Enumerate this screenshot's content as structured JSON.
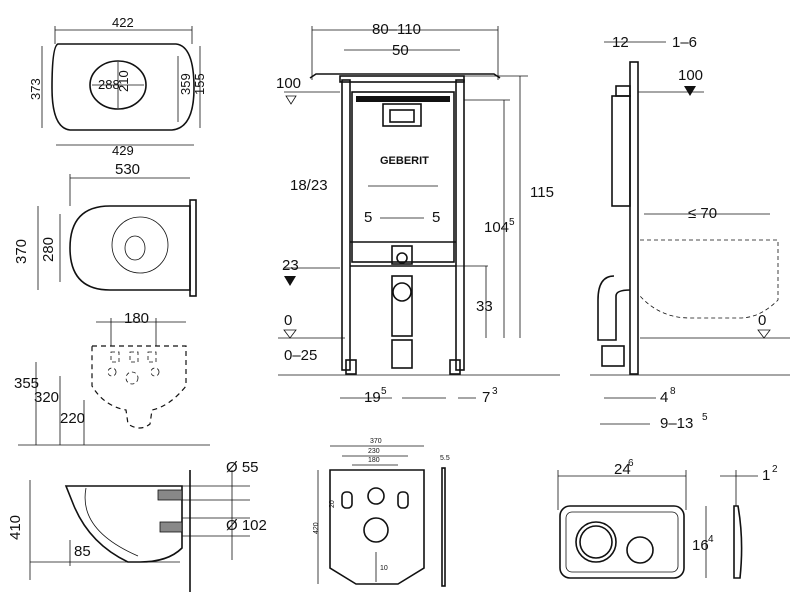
{
  "seat_top_view": {
    "w_top": "422",
    "w_bottom": "429",
    "h_left": "373",
    "inner_w": "288",
    "inner_h": "210",
    "h_right_1": "359",
    "h_right_2": "155"
  },
  "bowl_top_view": {
    "length": "530",
    "width_outer": "370",
    "width_inner": "280"
  },
  "bowl_rear_view": {
    "top_width": "180",
    "h1": "355",
    "h2": "320",
    "h3": "220"
  },
  "bowl_side_view": {
    "height": "410",
    "d_outlet": "Ø 55",
    "d_drain": "Ø 102",
    "offset": "85"
  },
  "frame_front": {
    "width_range": "80–110",
    "inner_width": "50",
    "top_level": "100",
    "spacing": "18/23",
    "height_total": "115",
    "height_base": "104",
    "height_base_sup": "5",
    "dx_left": "5",
    "dx_right": "5",
    "inlet_level": "23",
    "drain_level": "33",
    "floor": "0",
    "floor_range": "0–25",
    "foot_left": "19",
    "foot_left_sup": "5",
    "foot_right": "7",
    "foot_right_sup": "3",
    "brand": "GEBERIT"
  },
  "frame_side": {
    "depth_1": "12",
    "depth_2": "1–6",
    "top_level": "100",
    "bowl_gap": "≤ 70",
    "floor": "0",
    "foot_1": "4",
    "foot_1_sup": "8",
    "foot_2": "9–13",
    "foot_2_sup": "5"
  },
  "sound_mat": {
    "width": "370",
    "w2": "230",
    "w3": "180",
    "height": "420",
    "hole_h": "20",
    "bottom": "10",
    "thickness": "5.5"
  },
  "flush_plate": {
    "width": "24",
    "width_sup": "6",
    "height": "16",
    "height_sup": "4",
    "depth": "1",
    "depth_sup": "2"
  }
}
